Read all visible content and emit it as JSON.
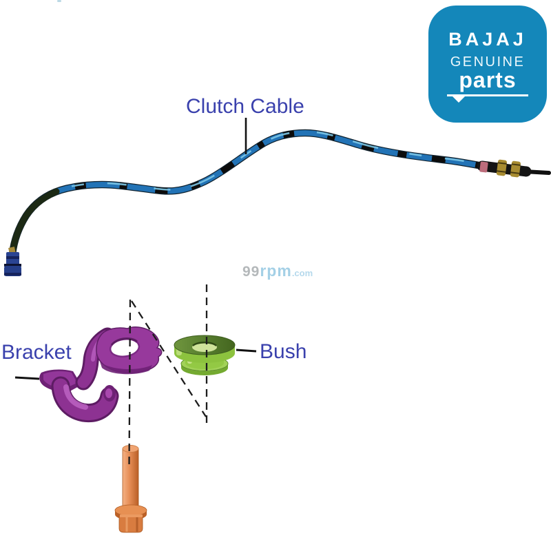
{
  "product_diagram": {
    "labels": {
      "cable": "Clutch Cable",
      "bracket": "Bracket",
      "bush": "Bush"
    },
    "parts_shown": [
      "clutch cable",
      "bracket",
      "bush",
      "flange bolt"
    ]
  },
  "logo": {
    "brand": "BAJAJ",
    "line1": "GENUINE",
    "line2": "parts"
  },
  "watermark": {
    "prefix": "99",
    "name": "rpm",
    "tld": ".com"
  },
  "colors": {
    "label_blue": "#3a41ad",
    "logo_blue": "#1487ba",
    "cable_blue": "#2273b6",
    "cable_sheen": "#7cc6e6",
    "bracket_purple": "#96389b",
    "bush_green": "#8fc53d",
    "bolt_orange": "#df8349",
    "brass": "#a88c31",
    "watermark_gray": "#b4b8ba",
    "watermark_blue": "#a4d0e6"
  }
}
